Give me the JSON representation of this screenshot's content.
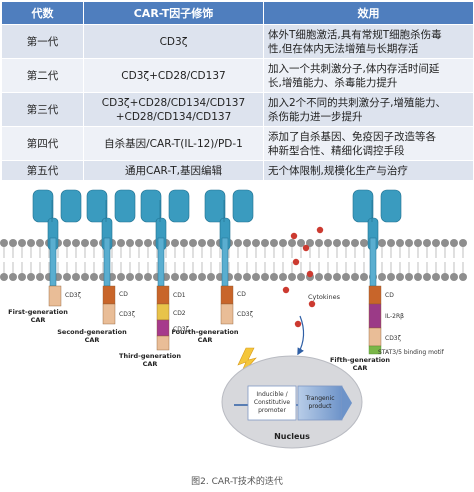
{
  "table": {
    "headers": [
      "代数",
      "CAR-T因子修饰",
      "效用"
    ],
    "rows": [
      {
        "gen": "第一代",
        "mod": [
          "CD3ζ"
        ],
        "effect": [
          "体外T细胞激活,具有常规T细胞杀伤毒",
          "性,但在体内无法增殖与长期存活"
        ]
      },
      {
        "gen": "第二代",
        "mod": [
          "CD3ζ+CD28/CD137"
        ],
        "effect": [
          "加入一个共刺激分子,体内存活时间延",
          "长,增殖能力、杀毒能力提升"
        ]
      },
      {
        "gen": "第三代",
        "mod": [
          "CD3ζ+CD28/CD134/CD137",
          "+CD28/CD134/CD137"
        ],
        "effect": [
          "加入2个不同的共刺激分子,增殖能力、",
          "杀伤能力进一步提升"
        ]
      },
      {
        "gen": "第四代",
        "mod": [
          "自杀基因/CAR-T(IL-12)/PD-1"
        ],
        "effect": [
          "添加了自杀基因、免疫因子改造等各",
          "种新型合性、精细化调控手段"
        ]
      },
      {
        "gen": "第五代",
        "mod": [
          "通用CAR-T,基因编辑"
        ],
        "effect": [
          "无个体限制,规模化生产与治疗"
        ]
      }
    ]
  },
  "diagram": {
    "gen_labels": [
      [
        "First-generation",
        "CAR"
      ],
      [
        "Second-generation",
        "CAR"
      ],
      [
        "Third-generation",
        "CAR"
      ],
      [
        "Fourth-generation",
        "CAR"
      ],
      [
        "Fifth-generation",
        "CAR"
      ]
    ],
    "domains": {
      "g1": [
        "CD3ζ"
      ],
      "g2": [
        "CD",
        "CD3ζ"
      ],
      "g3": [
        "CD1",
        "CD2",
        "CD3ζ"
      ],
      "g4": [
        "CD",
        "CD3ζ"
      ],
      "g5": [
        "CD",
        "IL-2Rβ",
        "CD3ζ"
      ]
    },
    "cytokines": "Cytokines",
    "stat_motif": "STAT3/5 binding motif",
    "nucleus": "Nucleus",
    "promoter": [
      "Inducible /",
      "Constitutive",
      "promoter"
    ],
    "product": [
      "Trangenic",
      "product"
    ]
  },
  "caption": "图2. CAR-T技术的迭代",
  "colors": {
    "header": "#4f7ebe",
    "row_odd": "#dde3ee",
    "row_even": "#eef1f7",
    "receptor": "#3a9bbf",
    "membrane_head": "#8e8e8e",
    "cd3z": "#e9bd97",
    "costim": "#c8652a",
    "costim2": "#e8c34a",
    "costim3": "#a63a8c",
    "il2rb": "#9b3a87",
    "stat": "#7ab648",
    "cytokine": "#cc3a30",
    "nucleus": "#d7d8dc"
  }
}
